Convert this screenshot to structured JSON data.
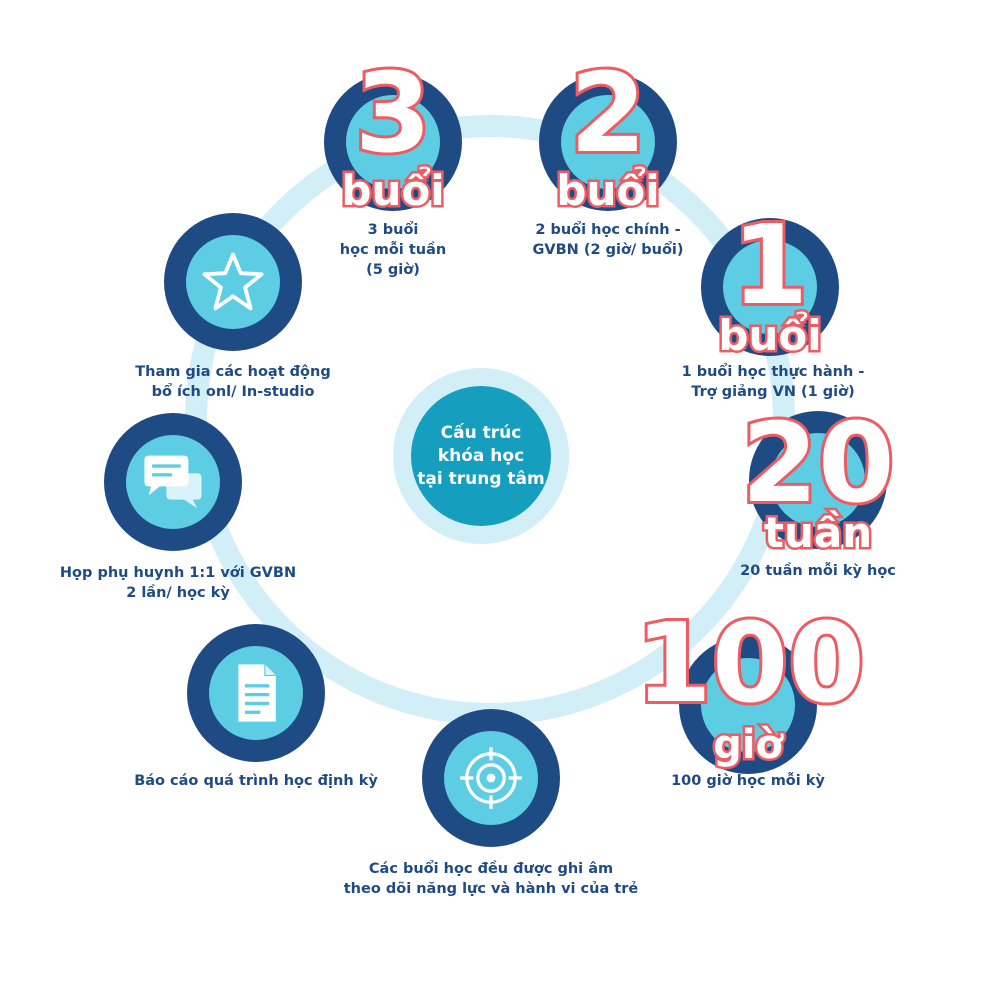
{
  "center": {
    "title": "Cấu trúc\nkhóa học\ntại trung tâm"
  },
  "stats": [
    {
      "number": "3",
      "unit": "buổi",
      "caption": "3 buổi\nhọc mỗi tuần\n(5 giờ)"
    },
    {
      "number": "2",
      "unit": "buổi",
      "caption": "2 buổi học chính -\nGVBN (2 giờ/ buổi)"
    },
    {
      "number": "1",
      "unit": "buổi",
      "caption": "1 buổi học thực hành -\nTrợ giảng VN (1 giờ)"
    },
    {
      "number": "20",
      "unit": "tuần",
      "caption": "20 tuần mỗi kỳ học"
    },
    {
      "number": "100",
      "unit": "giờ",
      "caption": "100 giờ học mỗi kỳ"
    }
  ],
  "features": [
    {
      "icon": "target-icon",
      "caption": "Các buổi học đều được ghi âm\ntheo dõi năng lực và hành vi của trẻ"
    },
    {
      "icon": "document-icon",
      "caption": "Báo cáo quá trình học định kỳ"
    },
    {
      "icon": "chat-bubbles-icon",
      "caption": "Họp phụ huynh 1:1 với GVBN\n2 lần/ học kỳ"
    },
    {
      "icon": "star-icon",
      "caption": "Tham gia các hoạt động\nbổ ích onl/ In-studio"
    }
  ],
  "colors": {
    "ring": "#d2eef6",
    "node_outer": "#1f4b84",
    "node_inner": "#5ccde3",
    "center": "#169ebf",
    "number_stroke": "#ef5b62",
    "caption_text": "#1f4b84"
  }
}
